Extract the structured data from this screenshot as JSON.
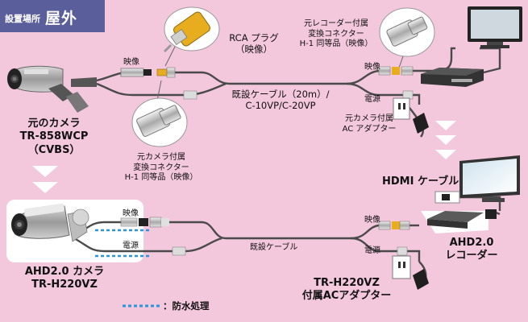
{
  "header": {
    "location_label": "設置場所",
    "location_value": "屋外"
  },
  "old_system": {
    "camera_name": "元のカメラ",
    "camera_model": "TR-858WCP",
    "camera_type": "（CVBS）",
    "video_label": "映像",
    "rca_plug_line1": "RCA プラグ",
    "rca_plug_line2": "（映像）",
    "cam_connector_line1": "元カメラ付属",
    "cam_connector_line2": "変換コネクター",
    "cam_connector_line3": "H-1 同等品（映像）",
    "cable_line1": "既設ケーブル（20m）/",
    "cable_line2": "C-10VP/C-20VP",
    "rec_connector_line1": "元レコーダー付属",
    "rec_connector_line2": "変換コネクター",
    "rec_connector_line3": "H-1 同等品（映像）",
    "rec_video_label": "映像",
    "rec_power_label": "電源",
    "adapter_line1": "元カメラ付属",
    "adapter_line2": "AC アダプター"
  },
  "new_system": {
    "hdmi_cable": "HDMI ケーブル",
    "camera_line1": "AHD2.0 カメラ",
    "camera_line2": "TR-H220VZ",
    "video_label": "映像",
    "power_label": "電源",
    "cable_label": "既設ケーブル",
    "rec_video_label": "映像",
    "rec_power_label": "電源",
    "recorder_line1": "AHD2.0",
    "recorder_line2": "レコーダー",
    "adapter_line1": "TR-H220VZ",
    "adapter_line2": "付属ACアダプター"
  },
  "legend": {
    "text": "：防水処理"
  },
  "colors": {
    "background": "#f3c7dc",
    "header": "#5a5e9a",
    "cable": "#4a4a4a",
    "waterproof": "#2a96d8",
    "arrow": "#ffffff",
    "rca_yellow": "#e8ad1e"
  }
}
